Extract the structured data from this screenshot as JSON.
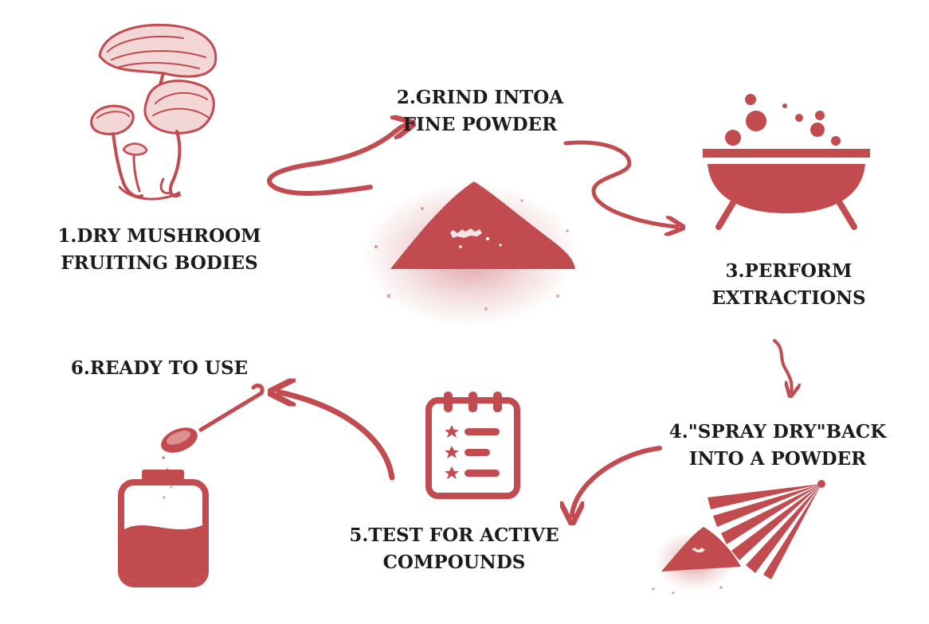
{
  "colors": {
    "accent": "#c24b4f",
    "text": "#1c1c1c",
    "background": "#ffffff"
  },
  "steps": [
    {
      "line1": "1.DRY MUSHROOM",
      "line2": "FRUITING BODIES",
      "icon": "mushroom-icon"
    },
    {
      "line1": "2.GRIND INTOA",
      "line2": "FINE POWDER",
      "icon": "powder-pile-icon"
    },
    {
      "line1": "3.PERFORM",
      "line2": "EXTRACTIONS",
      "icon": "bowl-icon"
    },
    {
      "line1": "4.\"SPRAY DRY\"BACK",
      "line2": "INTO A POWDER",
      "icon": "spray-fan-icon"
    },
    {
      "line1": "5.TEST FOR ACTIVE",
      "line2": "COMPOUNDS",
      "icon": "checklist-icon"
    },
    {
      "line1": "6.READY TO USE",
      "icon": "jar-and-spoon-icon"
    }
  ]
}
